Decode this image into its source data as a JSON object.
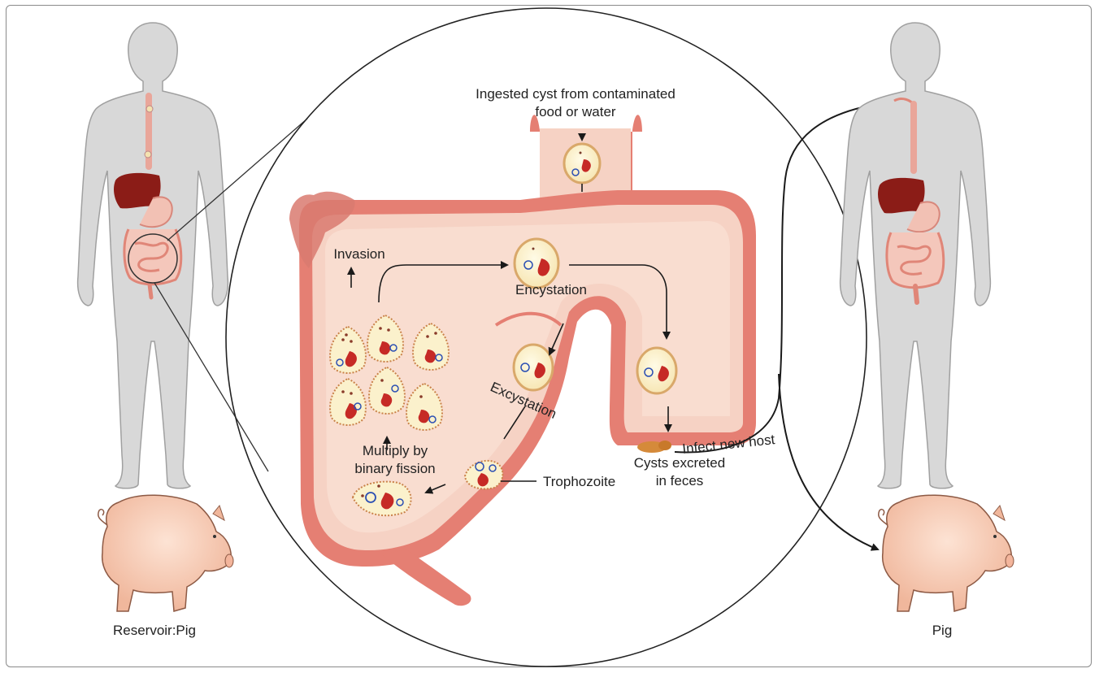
{
  "labels": {
    "ingested_line1": "Ingested cyst from contaminated",
    "ingested_line2": "food or water",
    "invasion": "Invasion",
    "encystation": "Encystation",
    "excystation": "Excystation",
    "multiply_line1": "Multiply by",
    "multiply_line2": "binary fission",
    "trophozoite": "Trophozoite",
    "cysts_line1": "Cysts excreted",
    "cysts_line2": "in feces",
    "infect_new_host": "Infect new host",
    "reservoir": "Reservoir:Pig",
    "pig": "Pig"
  },
  "colors": {
    "body_fill": "#d8d8d8",
    "body_stroke": "#a0a0a0",
    "intestine_wall": "#e57f73",
    "intestine_lumen": "#f6d2c4",
    "cyst_fill": "#fbf1cc",
    "cyst_stroke": "#d9a86a",
    "nucleus": "#c62a26",
    "liver": "#8b1c17",
    "pig_skin": "#f6c7ae",
    "arrow": "#1a1a1a"
  }
}
